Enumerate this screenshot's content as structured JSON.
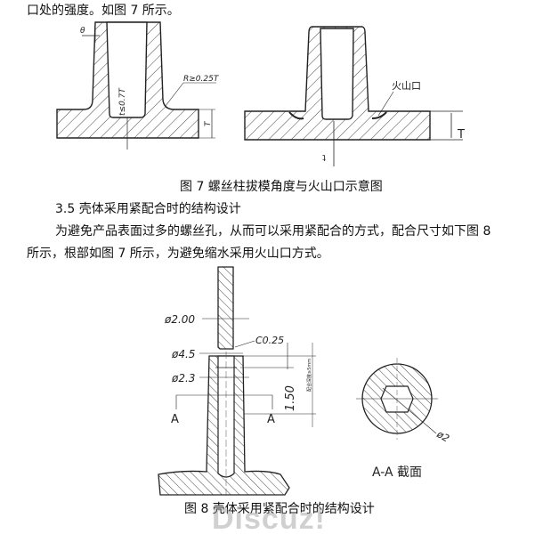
{
  "text": {
    "line_top": "口处的强度。如图 7 所示。",
    "fig7_caption": "图 7 螺丝柱拔模角度与火山口示意图",
    "section_heading": "3.5 壳体采用紧配合时的结构设计",
    "para_line1": "为避免产品表面过多的螺丝孔，从而可以采用紧配合的方式，配合尺寸如下图 8",
    "para_line2": "所示，根部如图 7 所示，为避免缩水采用火山口方式。",
    "fig8_caption": "图 8 壳体采用紧配合时的结构设计"
  },
  "fig7": {
    "theta": "θ",
    "radius": "R≥0.25T",
    "thickness": "t≤0.7T",
    "T_left": "T",
    "volcano": "火山口",
    "T_right": "T",
    "t_right": "t"
  },
  "fig8": {
    "d200": "ø2.00",
    "c025": "C0.25",
    "d45": "ø4.5",
    "d23": "ø2.3",
    "len150": "1.50",
    "depth_note": "配合深度≥5mm",
    "a_left": "A",
    "a_right": "A",
    "d2": "ø2",
    "section_label": "A-A 截面"
  },
  "watermark": "Discuz!"
}
